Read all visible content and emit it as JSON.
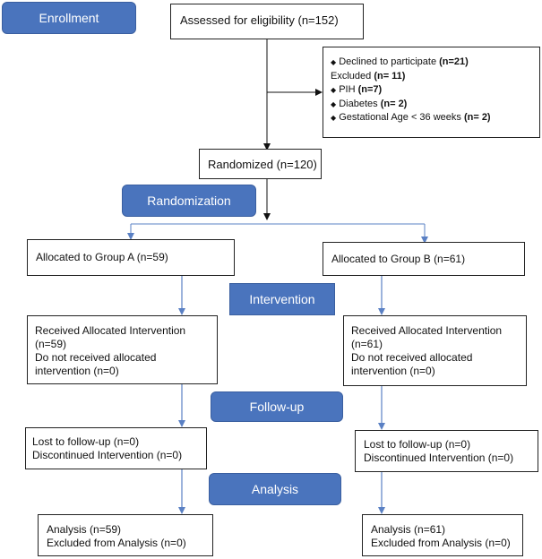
{
  "stages": {
    "enrollment": "Enrollment",
    "randomization": "Randomization",
    "intervention": "Intervention",
    "followup": "Follow-up",
    "analysis": "Analysis"
  },
  "assessed": "Assessed for eligibility (n=152)",
  "exclusions": {
    "declined_prefix": "Declined to participate ",
    "declined_value": "(n=21)",
    "excluded_prefix": "Excluded ",
    "excluded_value": "(n= 11)",
    "pih_prefix": "PIH ",
    "pih_value": "(n=7)",
    "diabetes_prefix": "Diabetes  ",
    "diabetes_value": "(n= 2)",
    "gestational_prefix": "Gestational Age < 36 weeks  ",
    "gestational_value": "(n= 2)",
    "bullet": "◆"
  },
  "randomized": "Randomized (n=120)",
  "group_a": {
    "allocated": "Allocated to Group A (n=59)",
    "received_line1": "Received Allocated Intervention",
    "received_line2": "(n=59)",
    "received_line3": "Do not received allocated",
    "received_line4": "intervention (n=0)",
    "lost": "Lost to follow-up (n=0)",
    "discontinued": "Discontinued Intervention (n=0)",
    "analysis": "Analysis (n=59)",
    "excluded": "Excluded from Analysis (n=0)"
  },
  "group_b": {
    "allocated": "Allocated to Group B (n=61)",
    "received_line1": "Received Allocated Intervention",
    "received_line2": "(n=61)",
    "received_line3": "Do not received allocated",
    "received_line4": "intervention (n=0)",
    "lost": "Lost to follow-up (n=0)",
    "discontinued": "Discontinued Intervention (n=0)",
    "analysis": "Analysis (n=61)",
    "excluded": "Excluded from Analysis (n=0)"
  },
  "colors": {
    "stage_fill": "#4a74bd",
    "arrow_blue": "#5a80c4",
    "arrow_black": "#111111"
  }
}
